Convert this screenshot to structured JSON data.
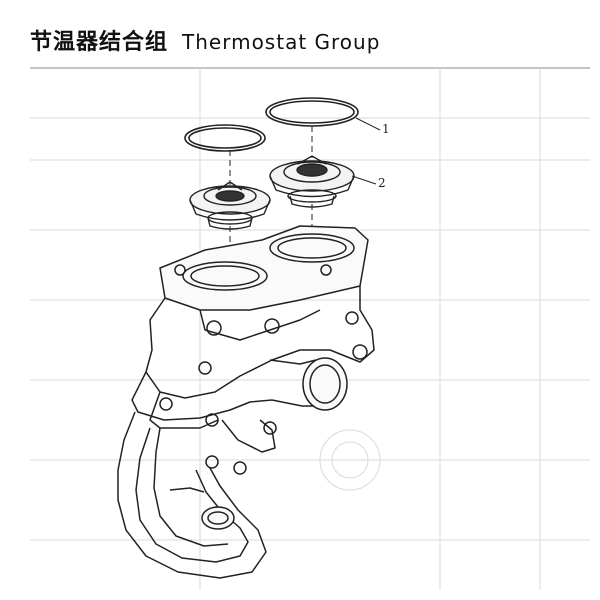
{
  "title": {
    "chinese": "节温器结合组",
    "english": "Thermostat Group"
  },
  "callouts": {
    "c1": "1",
    "c2": "2"
  },
  "colors": {
    "ink": "#222222",
    "ghost": "#cfcfcf",
    "background": "#ffffff"
  }
}
